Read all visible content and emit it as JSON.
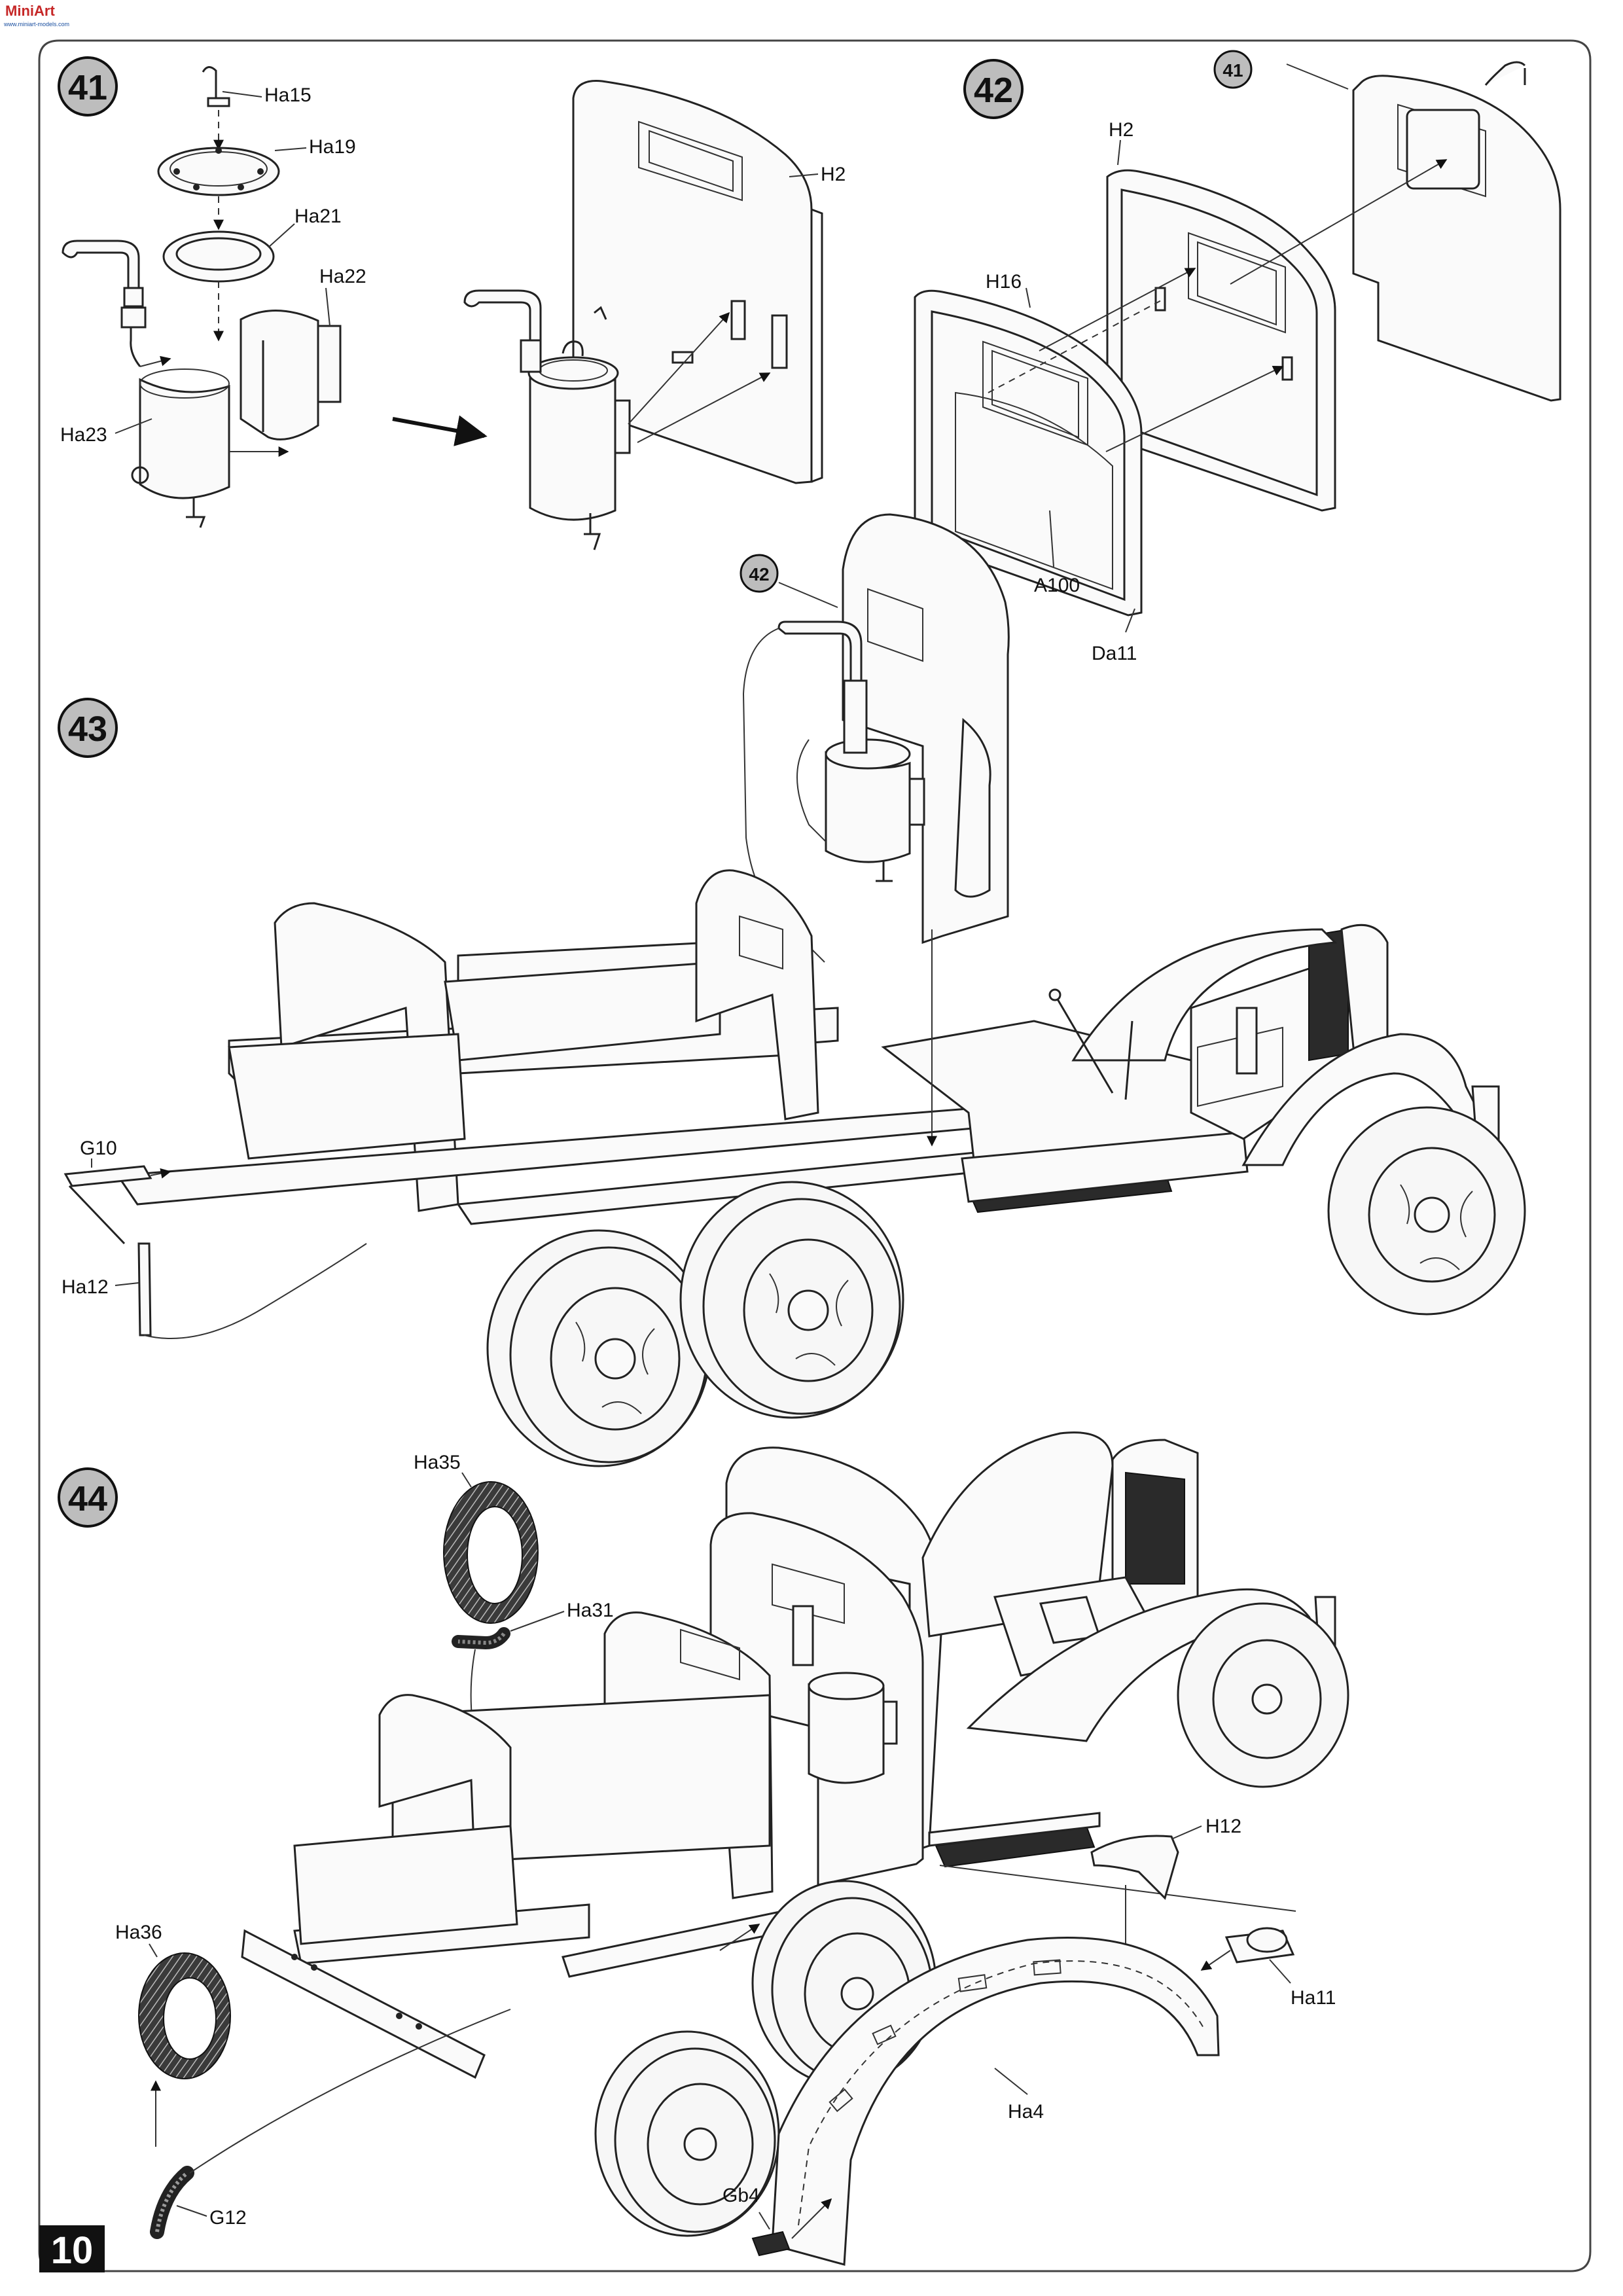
{
  "logo": {
    "text": "MiniArt",
    "subtext": "www.miniart-models.com"
  },
  "page": {
    "number": "10"
  },
  "steps": [
    {
      "id": "41",
      "number": "41",
      "labels": [
        "Ha15",
        "Ha19",
        "Ha21",
        "Ha22",
        "Ha23",
        "H2"
      ]
    },
    {
      "id": "42",
      "number": "42",
      "ref": "41",
      "labels": [
        "H2",
        "H16",
        "A100",
        "Da11"
      ]
    },
    {
      "id": "43",
      "number": "43",
      "ref": "42",
      "labels": [
        "G10",
        "Ha12"
      ]
    },
    {
      "id": "44",
      "number": "44",
      "labels": [
        "Ha35",
        "Ha31",
        "Ha36",
        "G12",
        "H12",
        "Ha11",
        "Ha4",
        "Gb4"
      ]
    }
  ]
}
